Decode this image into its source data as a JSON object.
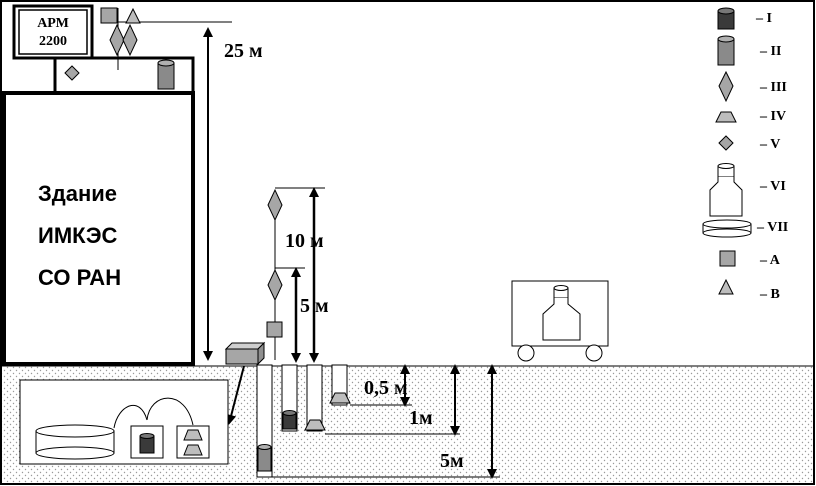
{
  "station": {
    "apm_line1": "АРМ",
    "apm_line2": "2200",
    "building_line1": "Здание",
    "building_line2": "ИМКЭС",
    "building_line3": "СО РАН"
  },
  "dimensions": {
    "mast_height": "25 м",
    "tower_top": "10 м",
    "tower_mid": "5 м",
    "depth_half": "0,5 м",
    "depth_one": "1м",
    "depth_five": "5м"
  },
  "legend": [
    {
      "label": "– I"
    },
    {
      "label": "– II"
    },
    {
      "label": "– III"
    },
    {
      "label": "– IV"
    },
    {
      "label": "– V"
    },
    {
      "label": "– VI"
    },
    {
      "label": "– VII"
    },
    {
      "label": "– A"
    },
    {
      "label": "– B"
    }
  ],
  "colors": {
    "dark_cylinder": "#3a3a3a",
    "grey_cylinder": "#8a8a8a",
    "grey_shape": "#a6a6a6",
    "ground_dots": "#9a9a9a",
    "outline": "#000000"
  }
}
